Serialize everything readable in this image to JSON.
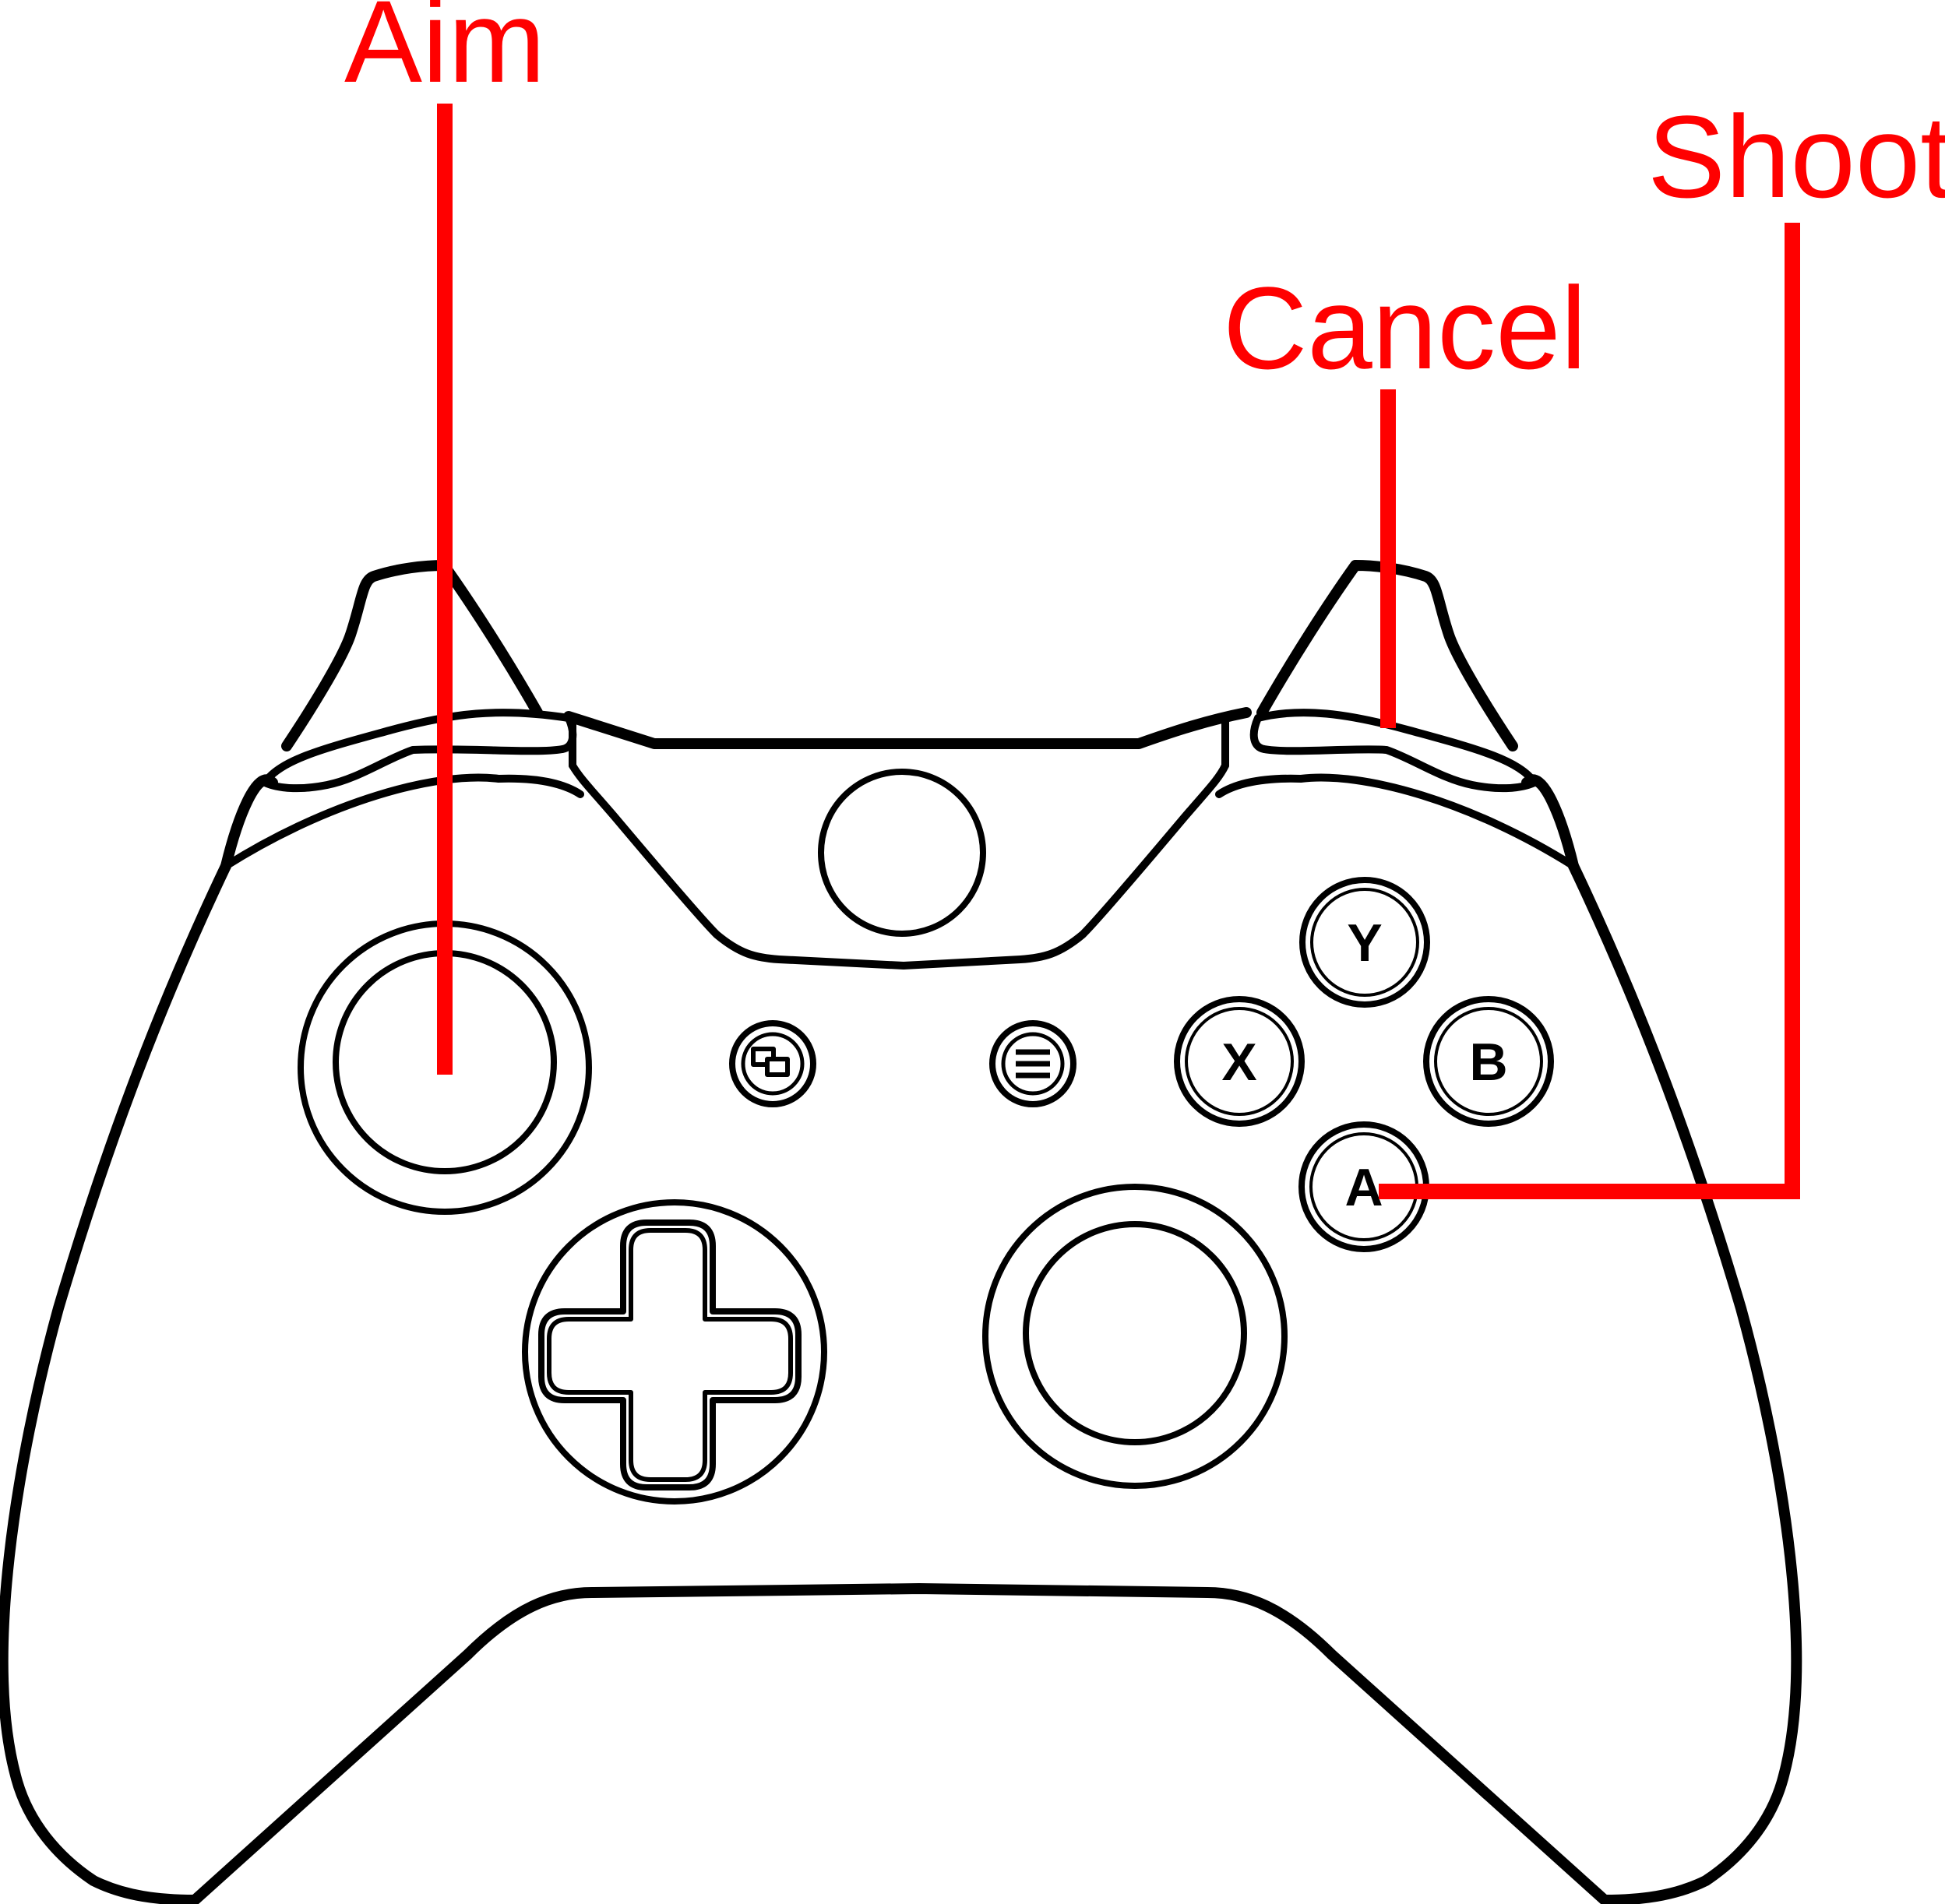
{
  "colors": {
    "outline": "#000000",
    "callout": "#ff0000",
    "background": "#ffffff"
  },
  "callouts": {
    "aim": {
      "label": "Aim",
      "target": "left-thumbstick"
    },
    "cancel": {
      "label": "Cancel",
      "target": "right-bumper"
    },
    "shoot": {
      "label": "Shoot",
      "target": "a-button"
    }
  },
  "controller": {
    "face_buttons": {
      "y": "Y",
      "x": "X",
      "b": "B",
      "a": "A"
    },
    "center_buttons": {
      "view": "view-icon",
      "menu": "menu-icon",
      "guide": "guide-button"
    },
    "sticks": [
      "left-thumbstick",
      "right-thumbstick"
    ],
    "dpad": "dpad"
  }
}
